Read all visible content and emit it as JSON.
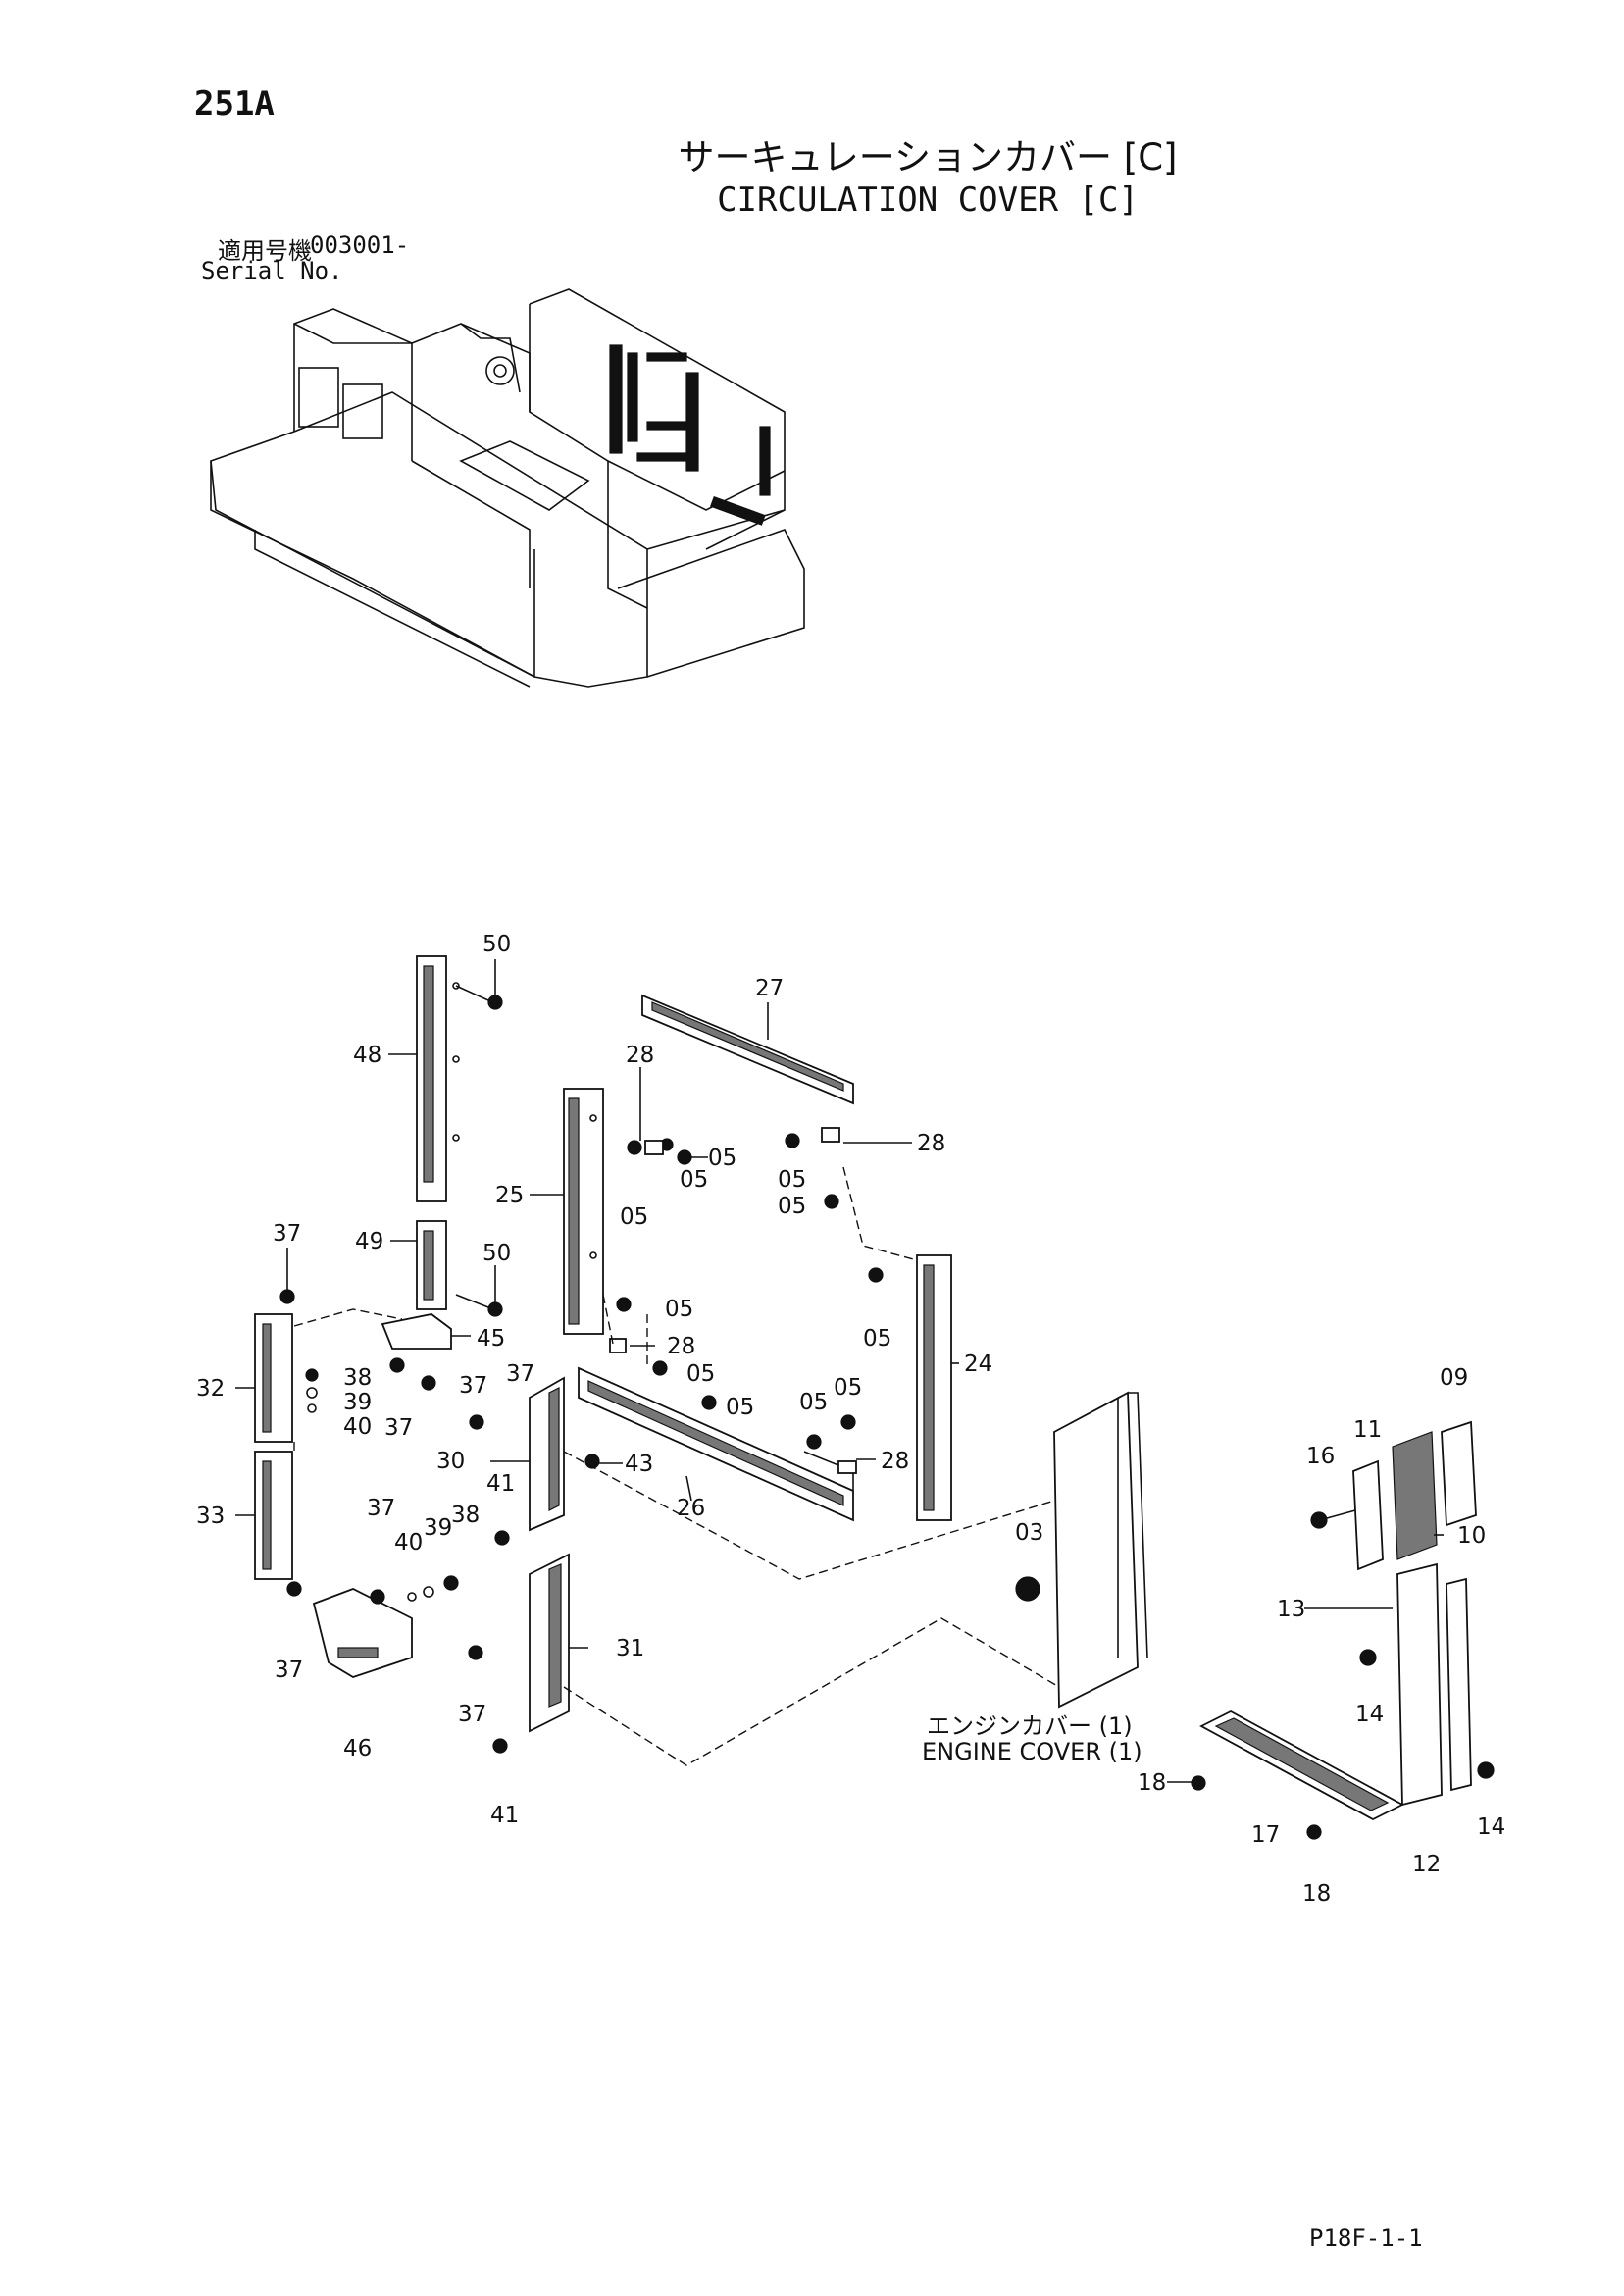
{
  "page_code": "251A",
  "title_jp": "サーキュレーションカバー [C]",
  "title_en": "CIRCULATION COVER [C]",
  "serial_label_jp": "適用号機",
  "serial_value": "003001-",
  "serial_label_en": "Serial No.",
  "engine_cover_jp": "エンジンカバー (1)",
  "engine_cover_en": "ENGINE COVER (1)",
  "footer_ref": "P18F-1-1",
  "callouts": {
    "c50a": "50",
    "c27": "27",
    "c48": "48",
    "c28a": "28",
    "c05a": "05",
    "c05b": "05",
    "c05c": "05",
    "c05d": "05",
    "c05e": "05",
    "c28b": "28",
    "c25": "25",
    "c49": "49",
    "c50b": "50",
    "c37a": "37",
    "c05f": "05",
    "c28c": "28",
    "c45": "45",
    "c05g": "05",
    "c05h": "05",
    "c24": "24",
    "c32": "32",
    "c38a": "38",
    "c37b": "37",
    "c37c": "37",
    "c39a": "39",
    "c37d": "37",
    "c40a": "40",
    "c05i": "05",
    "c05j": "05",
    "c05k": "05",
    "c28d": "28",
    "c30": "30",
    "c43": "43",
    "c41a": "41",
    "c26": "26",
    "c09": "09",
    "c11": "11",
    "c16": "16",
    "c10": "10",
    "c33": "33",
    "c37e": "37",
    "c40b": "40",
    "c39b": "39",
    "c38b": "38",
    "c03": "03",
    "c13": "13",
    "c37f": "37",
    "c31": "31",
    "c14a": "14",
    "c37g": "37",
    "c46": "46",
    "c41b": "41",
    "c18a": "18",
    "c17": "17",
    "c14b": "14",
    "c12": "12",
    "c18b": "18"
  }
}
